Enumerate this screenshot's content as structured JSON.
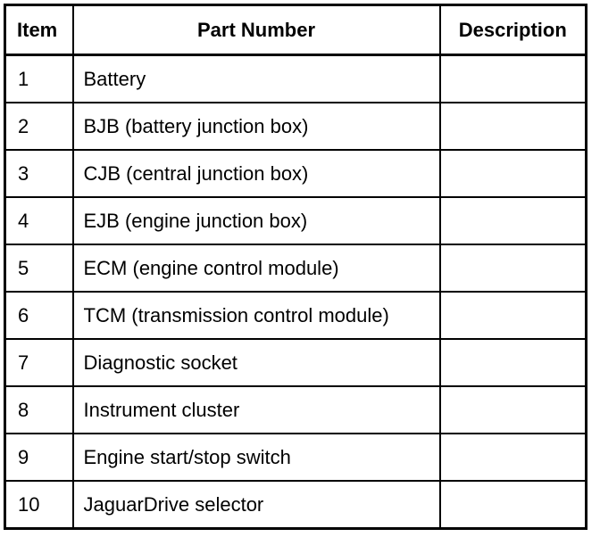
{
  "table": {
    "headers": {
      "item": "Item",
      "part_number": "Part Number",
      "description": "Description"
    },
    "rows": [
      {
        "item": "1",
        "part_number": "Battery",
        "description": ""
      },
      {
        "item": "2",
        "part_number": "BJB (battery junction box)",
        "description": ""
      },
      {
        "item": "3",
        "part_number": "CJB (central junction box)",
        "description": ""
      },
      {
        "item": "4",
        "part_number": "EJB (engine junction box)",
        "description": ""
      },
      {
        "item": "5",
        "part_number": "ECM (engine control module)",
        "description": ""
      },
      {
        "item": "6",
        "part_number": "TCM (transmission control module)",
        "description": ""
      },
      {
        "item": "7",
        "part_number": "Diagnostic socket",
        "description": ""
      },
      {
        "item": "8",
        "part_number": "Instrument cluster",
        "description": ""
      },
      {
        "item": "9",
        "part_number": "Engine start/stop switch",
        "description": ""
      },
      {
        "item": "10",
        "part_number": "JaguarDrive selector",
        "description": ""
      }
    ]
  }
}
